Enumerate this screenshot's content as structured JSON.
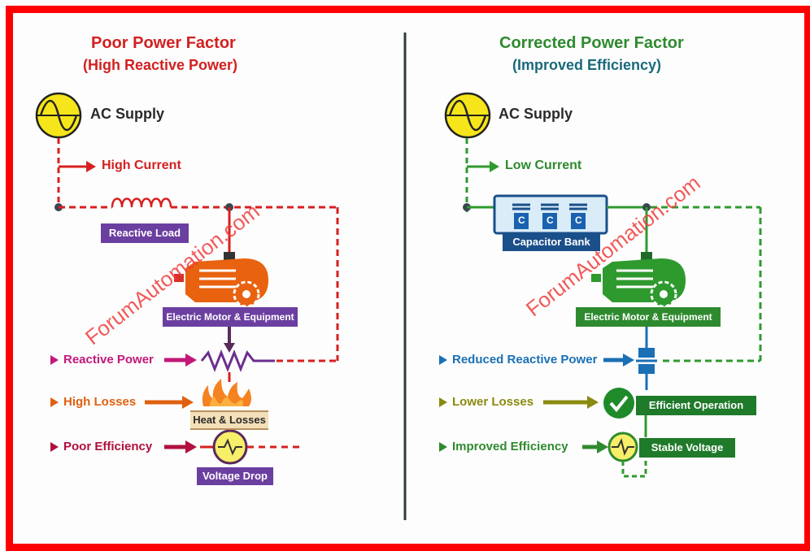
{
  "left": {
    "title": "Poor Power Factor",
    "subtitle": "(High Reactive Power)",
    "supply_label": "AC Supply",
    "current_label": "High Current",
    "reactive_load_label": "Reactive Load",
    "motor_label": "Electric Motor & Equipment",
    "rows": [
      {
        "label": "Reactive Power",
        "color": "#c2187a"
      },
      {
        "label": "High Losses",
        "color": "#e06010"
      },
      {
        "label": "Poor Efficiency",
        "color": "#b0103c"
      }
    ],
    "heat_label": "Heat & Losses",
    "voltage_label": "Voltage Drop",
    "colors": {
      "title": "#d32020",
      "wire": "#d81f1f",
      "box": "#6b3fa0",
      "motor": "#e8620f"
    }
  },
  "right": {
    "title": "Corrected Power Factor",
    "subtitle": "(Improved Efficiency)",
    "supply_label": "AC Supply",
    "current_label": "Low Current",
    "capacitor_label": "Capacitor Bank",
    "capacitor_cells": [
      "C",
      "C",
      "C"
    ],
    "motor_label": "Electric Motor & Equipment",
    "rows": [
      {
        "label": "Reduced Reactive Power",
        "color": "#1a6fb5"
      },
      {
        "label": "Lower Losses",
        "color": "#8a8a10"
      },
      {
        "label": "Improved Efficiency",
        "color": "#2e8a2e"
      }
    ],
    "efficient_label": "Efficient Operation",
    "stable_label": "Stable Voltage",
    "colors": {
      "title": "#2e8a2e",
      "subtitle": "#1a6a7a",
      "wire": "#2e9a2e",
      "box": "#2e8a2e",
      "cap_box": "#1a4f8a"
    }
  },
  "watermark": "ForumAutomation.com"
}
